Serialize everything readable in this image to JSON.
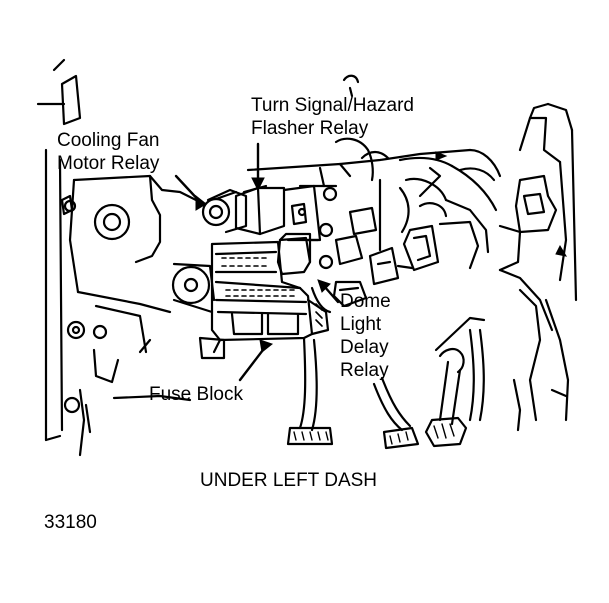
{
  "labels": {
    "turn_signal_line1": "Turn Signal/Hazard",
    "turn_signal_line2": "Flasher Relay",
    "cooling_fan_line1": "Cooling Fan",
    "cooling_fan_line2": "Motor Relay",
    "dome_line1": "Dome",
    "dome_line2": "Light",
    "dome_line3": "Delay",
    "dome_line4": "Relay",
    "fuse_block": "Fuse Block"
  },
  "caption": "UNDER LEFT DASH",
  "figure_number": "33180"
}
